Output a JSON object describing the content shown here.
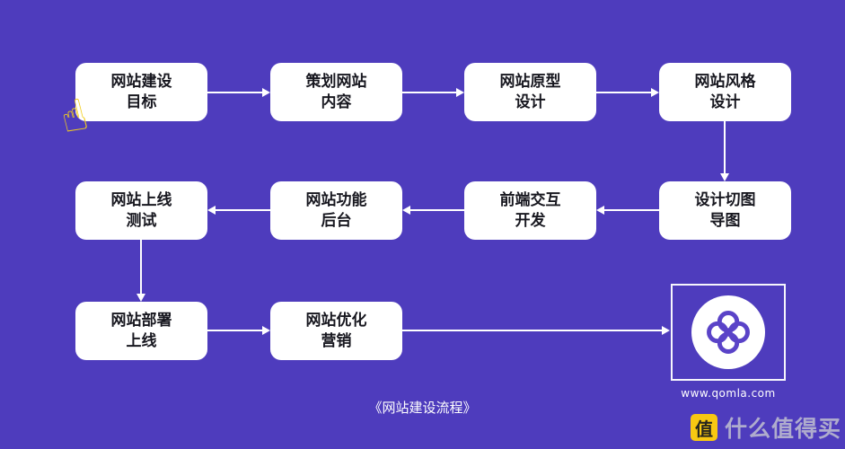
{
  "colors": {
    "background": "#4e3cbd",
    "box_bg": "#ffffff",
    "box_text": "#17171f",
    "arrow": "#ffffff",
    "accent_yellow": "#f2cd1c",
    "logo_purple": "#5a43c8",
    "watermark_badge": "#f8c812"
  },
  "flow": {
    "row1": [
      {
        "l1": "网站建设",
        "l2": "目标"
      },
      {
        "l1": "策划网站",
        "l2": "内容"
      },
      {
        "l1": "网站原型",
        "l2": "设计"
      },
      {
        "l1": "网站风格",
        "l2": "设计"
      }
    ],
    "row2": [
      {
        "l1": "网站上线",
        "l2": "测试"
      },
      {
        "l1": "网站功能",
        "l2": "后台"
      },
      {
        "l1": "前端交互",
        "l2": "开发"
      },
      {
        "l1": "设计切图",
        "l2": "导图"
      }
    ],
    "row3": [
      {
        "l1": "网站部署",
        "l2": "上线"
      },
      {
        "l1": "网站优化",
        "l2": "营销"
      }
    ]
  },
  "logo": {
    "url": "www.qomla.com"
  },
  "caption": "《网站建设流程》",
  "icons": {
    "tap_hand": "☝",
    "watermark_badge_glyph": "值"
  },
  "watermark": {
    "label": "什么值得买"
  }
}
